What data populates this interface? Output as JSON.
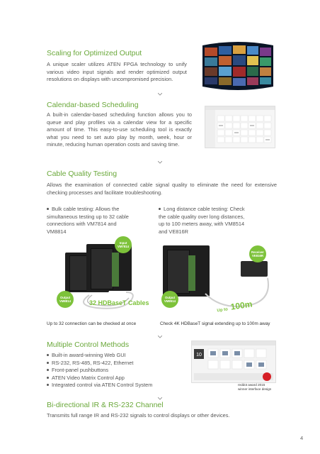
{
  "sections": {
    "scaling": {
      "title": "Scaling for Optimized Output",
      "body": "A unique scaler utilizes ATEN FPGA technology to unify various video input signals and render optimized output resolutions on displays with uncompromised precision."
    },
    "calendar": {
      "title": "Calendar-based Scheduling",
      "body": "A built-in calendar-based scheduling function allows you to queue and play profiles via a calendar view for a specific amount of time. This easy-to-use scheduling tool is exactly what you need to set auto play by month, week, hour or minute, reducing human operation costs and saving time."
    },
    "cable": {
      "title": "Cable Quality Testing",
      "body": "Allows the examination of connected cable signal quality to eliminate the need for extensive checking processes and facilitate troubleshooting.",
      "bullet_left": "Bulk cable testing: Allows the simultaneous testing up to 32 cable connections with VM7814 and VM8814",
      "bullet_right": "Long distance cable testing: Check the cable quality over long distances, up to 100 meters away, with VM8514 and VE816R",
      "badge_input": "Input VM7814",
      "badge_output_left": "Output VM8814",
      "badge_output_right": "Output VM8514",
      "badge_receiver": "Receiver VE816R",
      "label_32": "32 HDBaseT Cables",
      "label_100m_pre": "Up to",
      "label_100m": "100m",
      "caption_left": "Up to 32 connection can be checked at once",
      "caption_right": "Check 4K HDBaseT signal extending up to 100m away"
    },
    "control": {
      "title": "Multiple Control Methods",
      "items": [
        "Built-in award-winning Web GUI",
        "RS-232, RS-485, RS-422, Ethernet",
        "Front-panel pushbuttons",
        "ATEN Video Matrix Control App",
        "Integrated control via ATEN Control System"
      ],
      "award_line1": "reddot award 2015",
      "award_line2": "winner interface design"
    },
    "ir": {
      "title": "Bi-directional IR & RS-232 Channel",
      "body": "Transmits full range IR and RS-232 signals to control displays or other devices."
    }
  },
  "page_number": "4",
  "colors": {
    "accent": "#6aa83a",
    "badge": "#7dc23a",
    "text": "#555555"
  }
}
